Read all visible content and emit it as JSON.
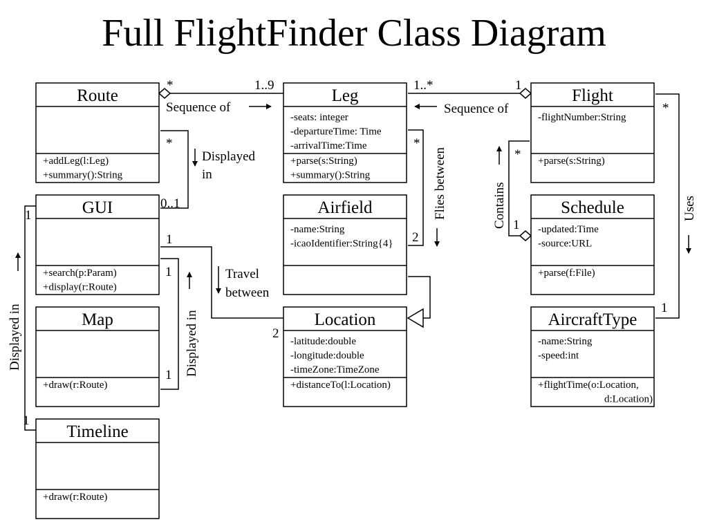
{
  "title": "Full FlightFinder Class Diagram",
  "classes": [
    {
      "key": "route",
      "name": "Route",
      "attributes": [],
      "operations": [
        "+addLeg(l:Leg)",
        "+summary():String"
      ]
    },
    {
      "key": "leg",
      "name": "Leg",
      "attributes": [
        "-seats: integer",
        "-departureTime: Time",
        "-arrivalTime:Time"
      ],
      "operations": [
        "+parse(s:String)",
        "+summary():String"
      ]
    },
    {
      "key": "flight",
      "name": "Flight",
      "attributes": [
        "-flightNumber:String"
      ],
      "operations": [
        "+parse(s:String)"
      ]
    },
    {
      "key": "gui",
      "name": "GUI",
      "attributes": [],
      "operations": [
        "+search(p:Param)",
        "+display(r:Route)"
      ]
    },
    {
      "key": "airfield",
      "name": "Airfield",
      "attributes": [
        "-name:String",
        "-icaoIdentifier:String{4}"
      ],
      "operations": []
    },
    {
      "key": "schedule",
      "name": "Schedule",
      "attributes": [
        "-updated:Time",
        "-source:URL"
      ],
      "operations": [
        "+parse(f:File)"
      ]
    },
    {
      "key": "map",
      "name": "Map",
      "attributes": [],
      "operations": [
        "+draw(r:Route)"
      ]
    },
    {
      "key": "location",
      "name": "Location",
      "attributes": [
        "-latitude:double",
        "-longitude:double",
        "-timeZone:TimeZone"
      ],
      "operations": [
        "+distanceTo(l:Location)"
      ]
    },
    {
      "key": "aircrafttype",
      "name": "AircraftType",
      "attributes": [
        "-name:String",
        "-speed:int"
      ],
      "operations": [
        "+flightTime(o:Location,",
        "d:Location)"
      ]
    },
    {
      "key": "timeline",
      "name": "Timeline",
      "attributes": [],
      "operations": [
        "+draw(r:Route)"
      ]
    }
  ],
  "associations": {
    "route_leg": {
      "label": "Sequence of",
      "mult_route": "*",
      "mult_leg": "1..9"
    },
    "leg_flight": {
      "label": "Sequence of",
      "mult_leg": "1..*",
      "mult_flight": "1"
    },
    "route_gui": {
      "label_line1": "Displayed",
      "label_line2": "in",
      "mult_route": "*",
      "mult_gui": "0..1"
    },
    "leg_airfield": {
      "label": "Flies between",
      "mult_leg": "*",
      "mult_airfield": "2"
    },
    "flight_schedule": {
      "label": "Contains",
      "mult_flight": "*",
      "mult_schedule": "1"
    },
    "flight_aircrafttype": {
      "label": "Uses",
      "mult_flight": "*",
      "mult_aircrafttype": "1"
    },
    "gui_location": {
      "label_line1": "Travel",
      "label_line2": "between",
      "mult_gui": "1",
      "mult_location": "2"
    },
    "gui_map": {
      "label": "Displayed in",
      "mult_gui": "1",
      "mult_map": "1"
    },
    "gui_timeline": {
      "label": "Displayed in",
      "mult_gui": "1",
      "mult_timeline": "1"
    }
  }
}
